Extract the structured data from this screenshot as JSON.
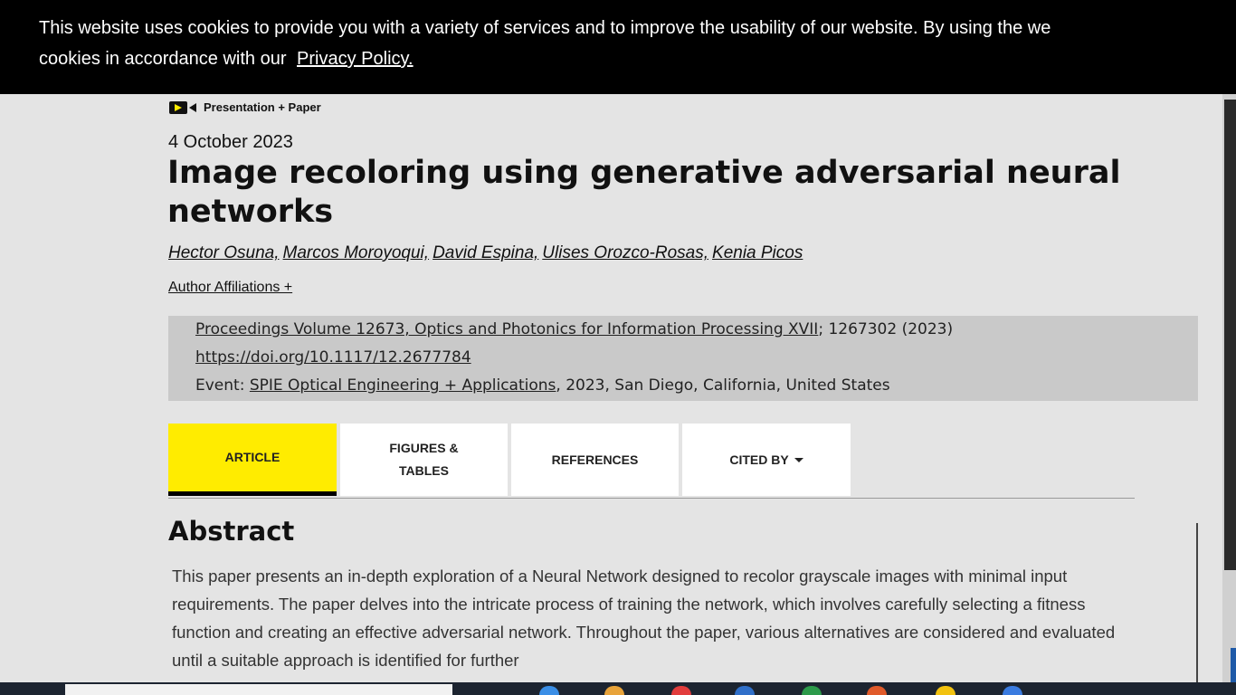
{
  "cookie_banner": {
    "text_line1": "This website uses cookies to provide you with a variety of services and to improve the usability of our website. By using the we",
    "text_line2": "cookies in accordance with our",
    "link": "Privacy Policy."
  },
  "paper": {
    "media_type": "Presentation + Paper",
    "date": "4 October 2023",
    "title": "Image recoloring using generative adversarial neural networks",
    "authors": [
      "Hector Osuna,",
      "Marcos Moroyoqui,",
      "David Espina,",
      "Ulises Orozco-Rosas,",
      "Kenia Picos"
    ],
    "affiliations_label": "Author Affiliations +"
  },
  "proceedings": {
    "volume_link": "Proceedings Volume 12673, Optics and Photonics for Information Processing XVII",
    "volume_suffix": "; 1267302 (2023)",
    "doi": "https://doi.org/10.1117/12.2677784",
    "event_prefix": "Event: ",
    "event_link": "SPIE Optical Engineering + Applications",
    "event_suffix": ", 2023, San Diego, California, United States"
  },
  "tabs": {
    "article": "ARTICLE",
    "figures_line1": "FIGURES &",
    "figures_line2": "TABLES",
    "references": "REFERENCES",
    "cited_by": "CITED BY"
  },
  "abstract": {
    "heading": "Abstract",
    "body": "This paper presents an in-depth exploration of a Neural Network designed to recolor grayscale images with minimal input requirements. The paper delves into the intricate process of training the network, which involves carefully selecting a fitness function and creating an effective adversarial network. Throughout the paper, various alternatives are considered and evaluated until a suitable approach is identified for further"
  },
  "colors": {
    "banner_bg": "#000000",
    "active_tab": "#ffec00",
    "page_bg": "#e4e4e4"
  },
  "icons": [
    "video-camera-icon",
    "caret-down-icon"
  ]
}
